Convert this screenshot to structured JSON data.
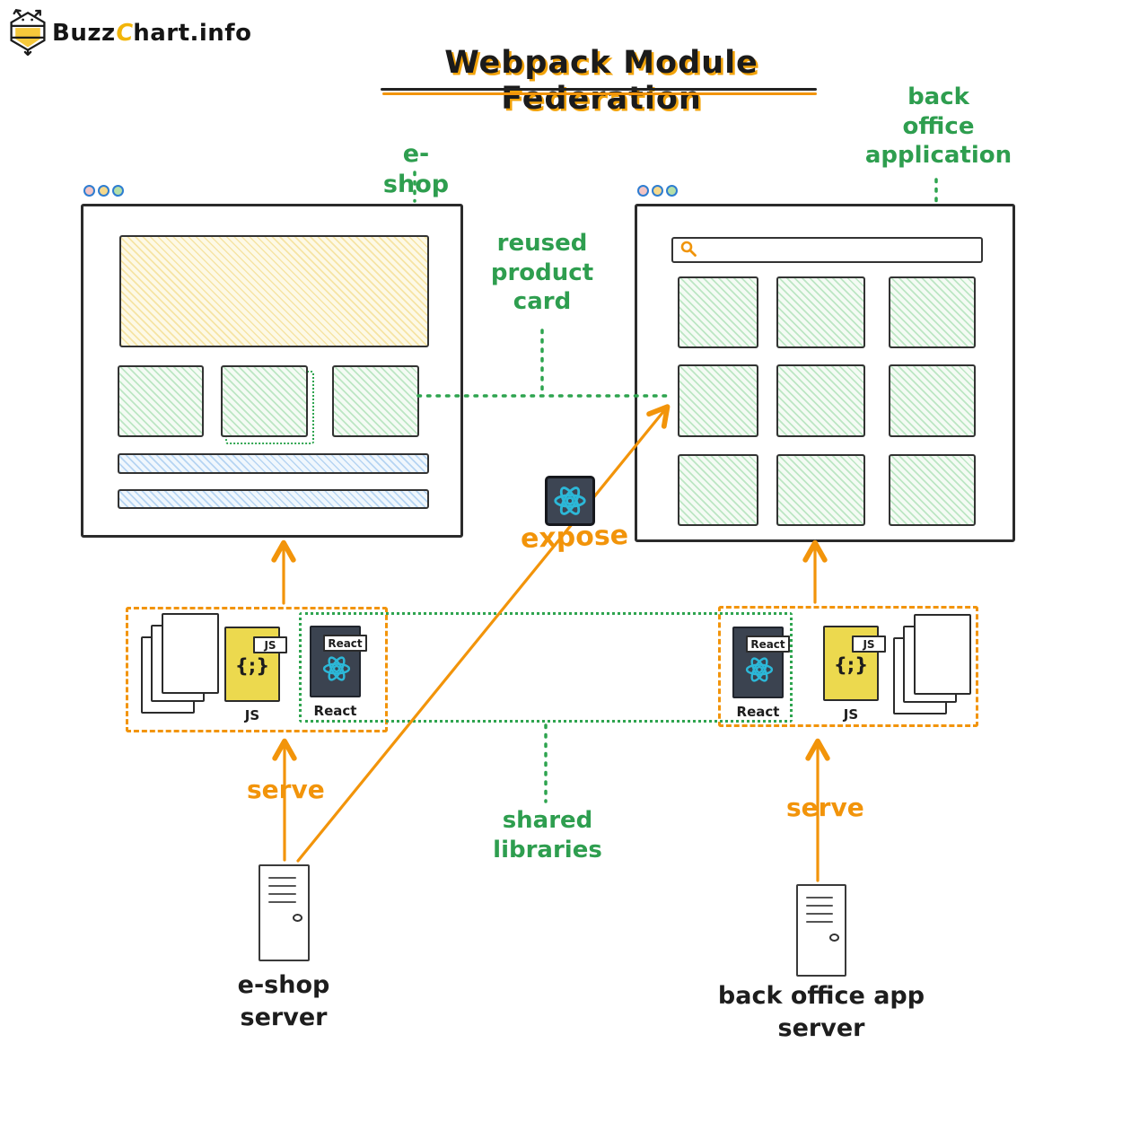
{
  "logo": {
    "prefix": "Buzz",
    "c": "C",
    "suffix": "hart.info"
  },
  "title": "Webpack Module Federation",
  "windows": {
    "eshop": {
      "label": "e-shop"
    },
    "back_office": {
      "label_lines": [
        "back",
        "office",
        "application"
      ]
    }
  },
  "annotations": {
    "reused_card_lines": [
      "reused",
      "product",
      "card"
    ],
    "shared_lines": [
      "shared",
      "libraries"
    ],
    "expose": "expose",
    "serve": "serve"
  },
  "servers": {
    "eshop_lines": [
      "e-shop",
      "server"
    ],
    "back_office_lines": [
      "back office app",
      "server"
    ]
  },
  "files": {
    "js_tag": "JS",
    "js_glyph": "{;}",
    "js_caption": "JS",
    "react_tag": "React",
    "react_caption": "React"
  },
  "colors": {
    "orange": "#f2940a",
    "green": "#2e9e4f",
    "react_cyan": "#2cb8d8",
    "js_yellow": "#ecd94e",
    "file_dark": "#3b4350",
    "brand_yellow": "#f6c83b",
    "traffic_ring_blue": "#2e7dd1"
  }
}
